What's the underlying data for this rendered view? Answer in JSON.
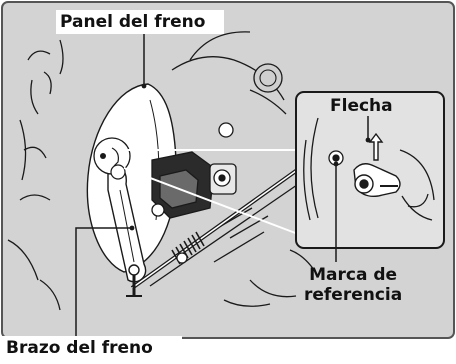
{
  "labels": {
    "panel": "Panel del freno",
    "arrow": "Flecha",
    "reference": "Marca de\nreferencia",
    "arm": "Brazo del freno"
  },
  "colors": {
    "background": "#d3d3d3",
    "line_art": "#1a1a1a",
    "highlight": "#ffffff",
    "inset_background": "#e2e2e2"
  }
}
